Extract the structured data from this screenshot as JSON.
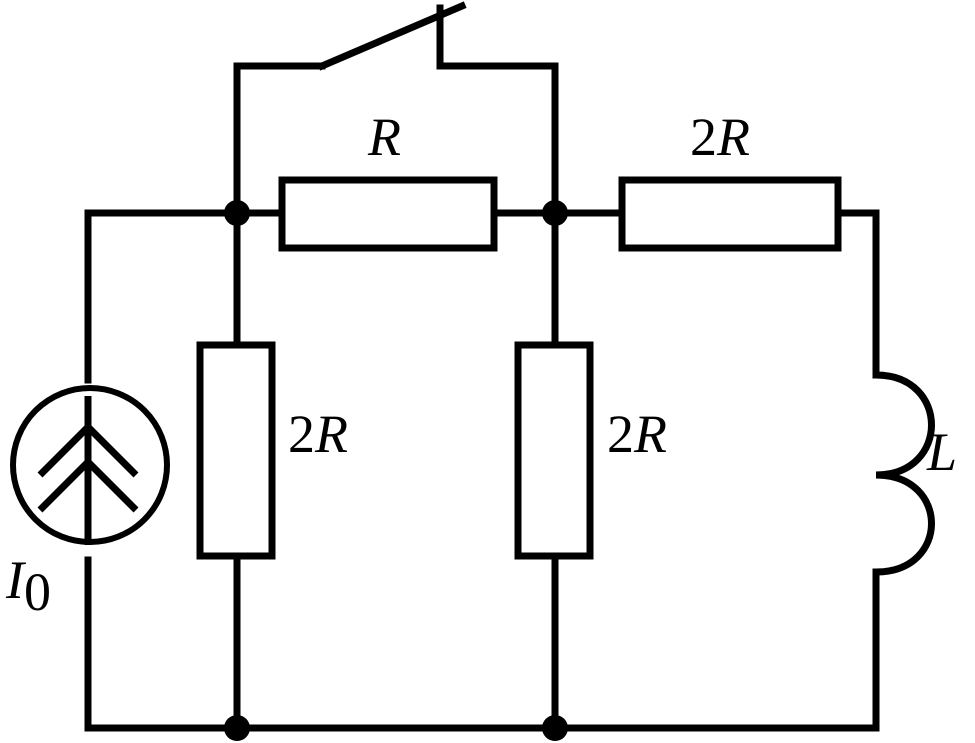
{
  "labels": {
    "r_top_mid": "R",
    "r_top_right": {
      "coef": "2",
      "sym": "R"
    },
    "r_left_vert": {
      "coef": "2",
      "sym": "R"
    },
    "r_mid_vert": {
      "coef": "2",
      "sym": "R"
    },
    "inductor": "L",
    "source": {
      "sym": "I",
      "sub": "0"
    }
  }
}
